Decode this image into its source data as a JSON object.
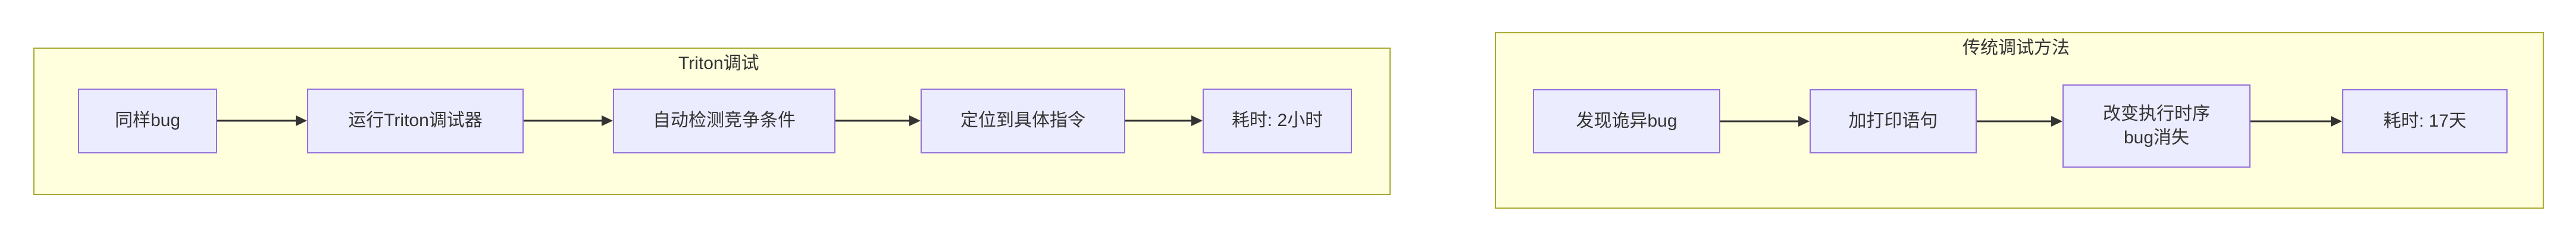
{
  "diagram": {
    "type": "flowchart",
    "direction": "left-to-right",
    "background": "#ffffff",
    "colors": {
      "subgraph_fill": "#ffffde",
      "subgraph_border": "#aaaa33",
      "node_fill": "#ececff",
      "node_border": "#9370db",
      "node_text": "#333333",
      "edge": "#333333"
    }
  },
  "subgraphs": [
    {
      "id": "triton",
      "title": "Triton调试",
      "nodes": [
        {
          "id": "t1",
          "label": "同样bug"
        },
        {
          "id": "t2",
          "label": "运行Triton调试器"
        },
        {
          "id": "t3",
          "label": "自动检测竞争条件"
        },
        {
          "id": "t4",
          "label": "定位到具体指令"
        },
        {
          "id": "t5",
          "label": "耗时: 2小时"
        }
      ],
      "edges": [
        {
          "from": "t1",
          "to": "t2"
        },
        {
          "from": "t2",
          "to": "t3"
        },
        {
          "from": "t3",
          "to": "t4"
        },
        {
          "from": "t4",
          "to": "t5"
        }
      ]
    },
    {
      "id": "traditional",
      "title": "传统调试方法",
      "nodes": [
        {
          "id": "d1",
          "label": "发现诡异bug"
        },
        {
          "id": "d2",
          "label": "加打印语句"
        },
        {
          "id": "d3",
          "label": "改变执行时序\nbug消失"
        },
        {
          "id": "d4",
          "label": "耗时: 17天"
        }
      ],
      "edges": [
        {
          "from": "d1",
          "to": "d2"
        },
        {
          "from": "d2",
          "to": "d3"
        },
        {
          "from": "d3",
          "to": "d4"
        }
      ]
    }
  ]
}
